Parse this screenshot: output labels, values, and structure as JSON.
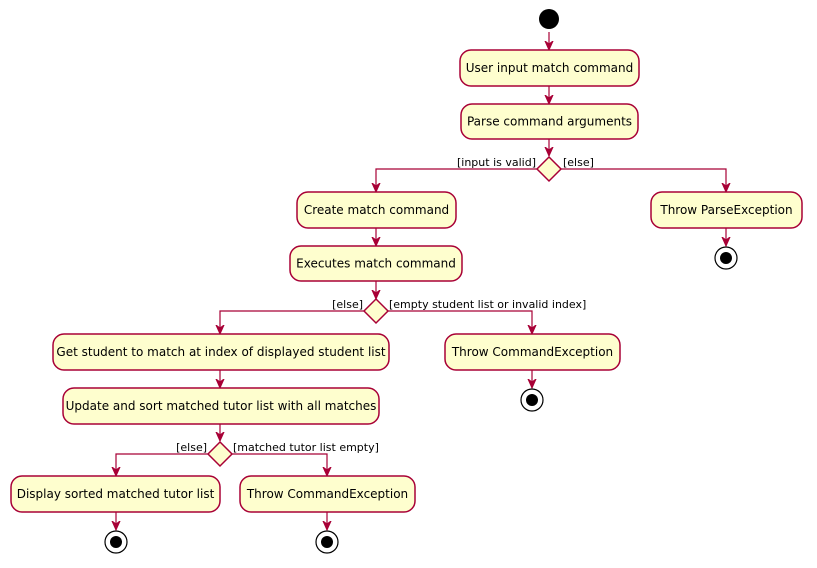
{
  "colors": {
    "node_fill": "#fefece",
    "border": "#a80036",
    "text": "#000000"
  },
  "activities": {
    "user_input": "User input match command",
    "parse_args": "Parse command arguments",
    "create_command": "Create match command",
    "execute_command": "Executes match command",
    "throw_parse": "Throw ParseException",
    "get_student": "Get student to match at index of displayed student list",
    "update_sort": "Update and sort matched tutor list with all matches",
    "throw_command_1": "Throw CommandException",
    "display_sorted": "Display sorted matched tutor list",
    "throw_command_2": "Throw CommandException"
  },
  "guards": {
    "input_valid": "[input is valid]",
    "else_1": "[else]",
    "else_2": "[else]",
    "empty_or_invalid": "[empty student list or invalid index]",
    "else_3": "[else]",
    "list_empty": "[matched tutor list empty]"
  }
}
